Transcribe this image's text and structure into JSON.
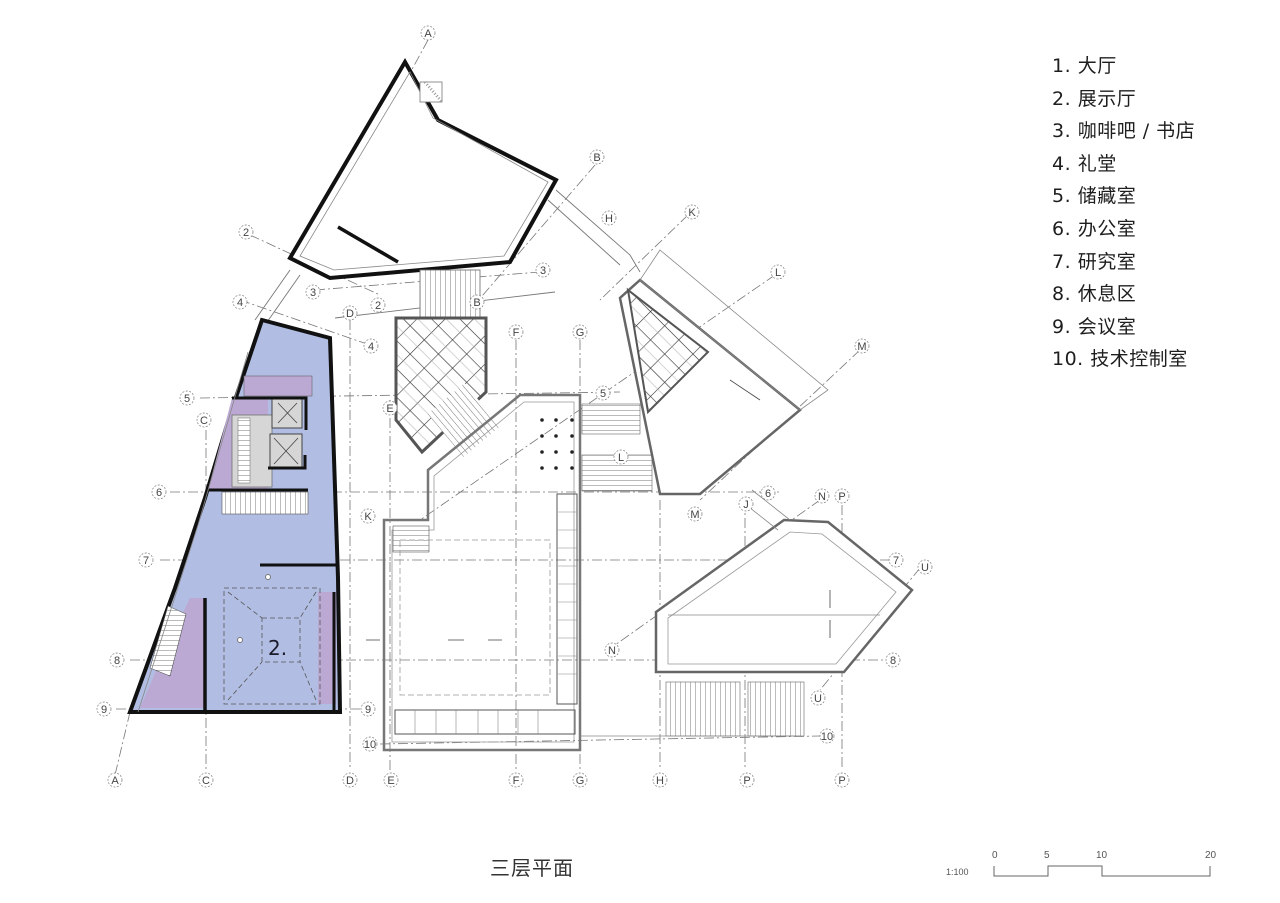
{
  "legend": {
    "items": [
      {
        "num": "1.",
        "label": "大厅"
      },
      {
        "num": "2.",
        "label": "展示厅"
      },
      {
        "num": "3.",
        "label": "咖啡吧 / 书店"
      },
      {
        "num": "4.",
        "label": "礼堂"
      },
      {
        "num": "5.",
        "label": "储藏室"
      },
      {
        "num": "6.",
        "label": "办公室"
      },
      {
        "num": "7.",
        "label": "研究室"
      },
      {
        "num": "8.",
        "label": "休息区"
      },
      {
        "num": "9.",
        "label": "会议室"
      },
      {
        "num": "10.",
        "label": "技术控制室"
      }
    ]
  },
  "caption": "三层平面",
  "scale_bar": {
    "ratio": "1:100",
    "ticks": [
      "0",
      "5",
      "10",
      "20"
    ]
  },
  "rooms": [
    {
      "label": "2.",
      "name": "展示厅"
    }
  ],
  "grid_axes": {
    "letters_bottom": [
      "A",
      "C",
      "D",
      "E",
      "F",
      "G",
      "H",
      "P",
      "P"
    ],
    "letters_other": [
      "A",
      "B",
      "B",
      "C",
      "D",
      "E",
      "F",
      "G",
      "H",
      "J",
      "K",
      "K",
      "L",
      "L",
      "M",
      "M",
      "N",
      "N",
      "P",
      "U",
      "U"
    ],
    "numbers": [
      "2",
      "2",
      "3",
      "3",
      "4",
      "4",
      "5",
      "5",
      "6",
      "6",
      "7",
      "7",
      "8",
      "8",
      "9",
      "9",
      "10",
      "10"
    ]
  },
  "colors": {
    "exhibition_fill": "#b1bde3",
    "support_fill": "#bba9d3",
    "wall": "#111111",
    "core_fill": "#d6d6d6",
    "grid_line": "#6a6a6a"
  }
}
